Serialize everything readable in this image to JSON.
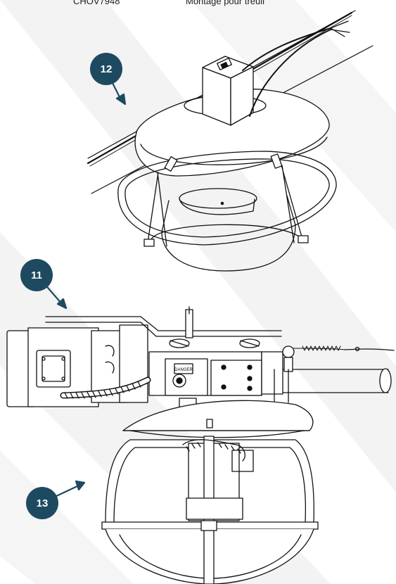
{
  "header": {
    "code": "CHOV7948",
    "description": "Montage pour treuil"
  },
  "callouts": [
    {
      "number": "12"
    },
    {
      "number": "11"
    },
    {
      "number": "13"
    }
  ],
  "labels": {
    "danger": "DANGER"
  },
  "colors": {
    "accent": "#1d4a60",
    "stripe": "#f2f2f2",
    "line": "#111111"
  }
}
